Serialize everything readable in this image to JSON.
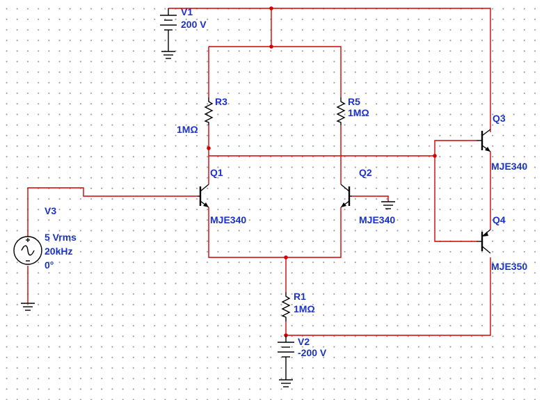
{
  "components": {
    "v1": {
      "name": "V1",
      "value": "200 V"
    },
    "v2": {
      "name": "V2",
      "value": "-200 V"
    },
    "v3": {
      "name": "V3",
      "amplitude": "5 Vrms",
      "frequency": "20kHz",
      "phase": "0°"
    },
    "r1": {
      "name": "R1",
      "value": "1MΩ"
    },
    "r3": {
      "name": "R3",
      "value": "1MΩ"
    },
    "r5": {
      "name": "R5",
      "value": "1MΩ"
    },
    "q1": {
      "name": "Q1",
      "model": "MJE340"
    },
    "q2": {
      "name": "Q2",
      "model": "MJE340"
    },
    "q3": {
      "name": "Q3",
      "model": "MJE340"
    },
    "q4": {
      "name": "Q4",
      "model": "MJE350"
    }
  },
  "colors": {
    "wire": "#d40000",
    "label": "#1a32c8",
    "symbol": "#000000"
  }
}
